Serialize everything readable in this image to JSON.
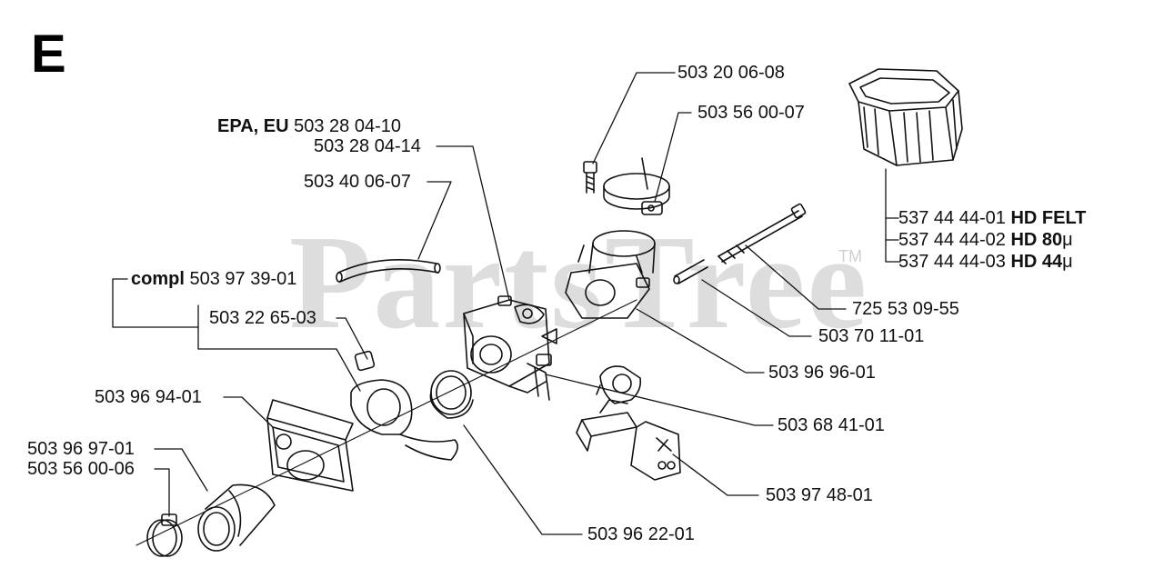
{
  "section": "E",
  "watermark": {
    "text": "PartsTree",
    "tm": "TM"
  },
  "labels": {
    "p_503_20_06_08": "503 20 06-08",
    "p_503_56_00_07": "503 56 00-07",
    "epa_prefix": "EPA, EU",
    "p_503_28_04_10": "503 28 04-10",
    "p_503_28_04_14": "503 28 04-14",
    "p_503_40_06_07": "503 40 06-07",
    "compl_prefix": "compl",
    "p_503_97_39_01": "503 97 39-01",
    "p_503_22_65_03": "503 22 65-03",
    "p_503_96_94_01": "503 96 94-01",
    "p_503_96_97_01": "503 96 97-01",
    "p_503_56_00_06": "503 56 00-06",
    "p_537_44_44_01": "537 44 44-01",
    "hd_felt": "HD FELT",
    "p_537_44_44_02": "537 44 44-02",
    "hd_80": "HD 80",
    "p_537_44_44_03": "537 44 44-03",
    "hd_44": "HD 44",
    "micro": "μ",
    "p_725_53_09_55": "725 53 09-55",
    "p_503_70_11_01": "503 70 11-01",
    "p_503_96_96_01": "503 96 96-01",
    "p_503_68_41_01": "503 68 41-01",
    "p_503_97_48_01": "503 97 48-01",
    "p_503_96_22_01": "503 96 22-01"
  }
}
